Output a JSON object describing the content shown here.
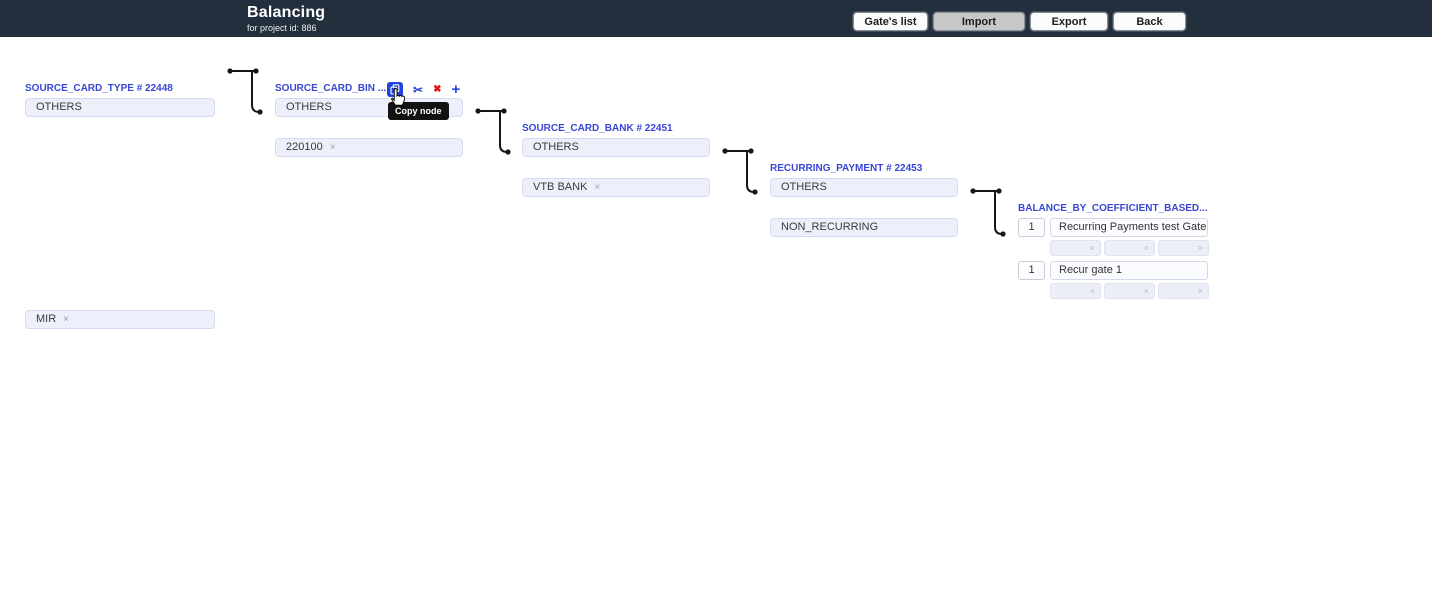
{
  "header": {
    "title": "Balancing",
    "subtitle": "for project id: 886",
    "buttons": [
      {
        "label": "Gate's list"
      },
      {
        "label": "Import",
        "pressed": true
      },
      {
        "label": "Export"
      },
      {
        "label": "Back"
      }
    ]
  },
  "tooltip": {
    "text": "Copy node"
  },
  "icons": {
    "remove": "×",
    "cut": "✂",
    "delete": "✖",
    "add": "+"
  },
  "node_toolbar": [
    "copy-node",
    "cut-node",
    "delete-node",
    "add-node"
  ],
  "columns": [
    {
      "title": "SOURCE_CARD_TYPE # 22448",
      "nodes": [
        {
          "label": "OTHERS",
          "removable": false
        },
        {
          "label": "MIR",
          "removable": true
        }
      ]
    },
    {
      "title": "SOURCE_CARD_BIN ...",
      "nodes": [
        {
          "label": "OTHERS",
          "removable": false
        },
        {
          "label": "220100",
          "removable": true
        }
      ]
    },
    {
      "title": "SOURCE_CARD_BANK # 22451",
      "nodes": [
        {
          "label": "OTHERS",
          "removable": false
        },
        {
          "label": "VTB BANK",
          "removable": true
        }
      ]
    },
    {
      "title": "RECURRING_PAYMENT # 22453",
      "nodes": [
        {
          "label": "OTHERS",
          "removable": false
        },
        {
          "label": "NON_RECURRING",
          "removable": false
        }
      ]
    },
    {
      "title": "BALANCE_BY_COEFFICIENT_BASED...",
      "gates": [
        {
          "weight": "1",
          "name": "Recurring Payments test Gate",
          "empty_slots": 3
        },
        {
          "weight": "1",
          "name": "Recur gate 1",
          "empty_slots": 3
        }
      ]
    }
  ]
}
